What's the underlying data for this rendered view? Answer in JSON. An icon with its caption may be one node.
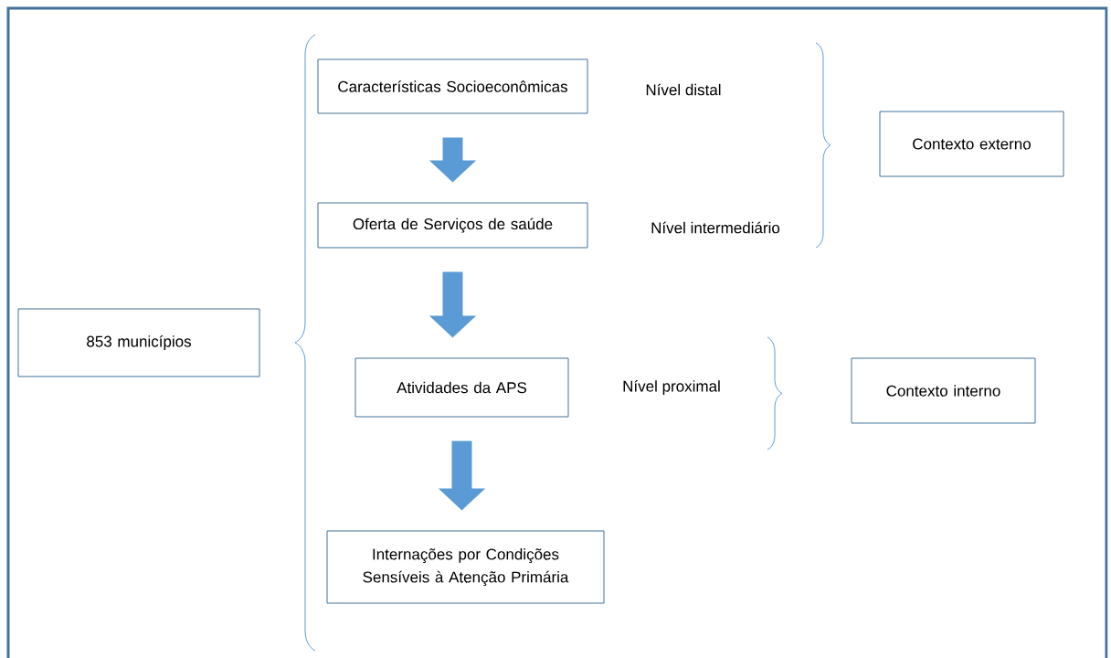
{
  "diagram": {
    "nodes": [
      {
        "text": [
          "853 municípios"
        ]
      },
      {
        "text": [
          "Características Socioeconômicas"
        ]
      },
      {
        "text": [
          "Oferta de Serviços de saúde"
        ]
      },
      {
        "text": [
          "Atividades da APS"
        ]
      },
      {
        "text": [
          "Internações por Condições Sensíveis à Atenção Primária"
        ]
      },
      {
        "text": [
          "Contexto externo"
        ]
      },
      {
        "text": [
          "Contexto interno"
        ]
      }
    ],
    "edges": [
      {
        "from": 1,
        "to": 2,
        "arrow": "to"
      },
      {
        "from": 2,
        "to": 3,
        "arrow": "to"
      },
      {
        "from": 3,
        "to": 4,
        "arrow": "to"
      }
    ],
    "labels": [
      "Nível distal",
      "Nível intermediário",
      "Nível proximal"
    ]
  }
}
